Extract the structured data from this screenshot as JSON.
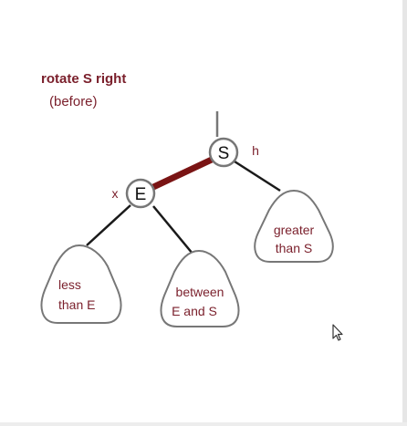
{
  "title": {
    "main": "rotate S right",
    "sub": "(before)"
  },
  "nodes": {
    "s": {
      "letter": "S",
      "tag": "h"
    },
    "e": {
      "letter": "E",
      "tag": "x"
    }
  },
  "subtrees": {
    "less": {
      "line1": "less",
      "line2": "than E"
    },
    "between": {
      "line1": "between",
      "line2": "E and S"
    },
    "greater": {
      "line1": "greater",
      "line2": "than S"
    }
  },
  "colors": {
    "title": "#7a1f2b",
    "red_link": "#7a1414",
    "black_link": "#1a1a1a",
    "outline": "#777777"
  }
}
